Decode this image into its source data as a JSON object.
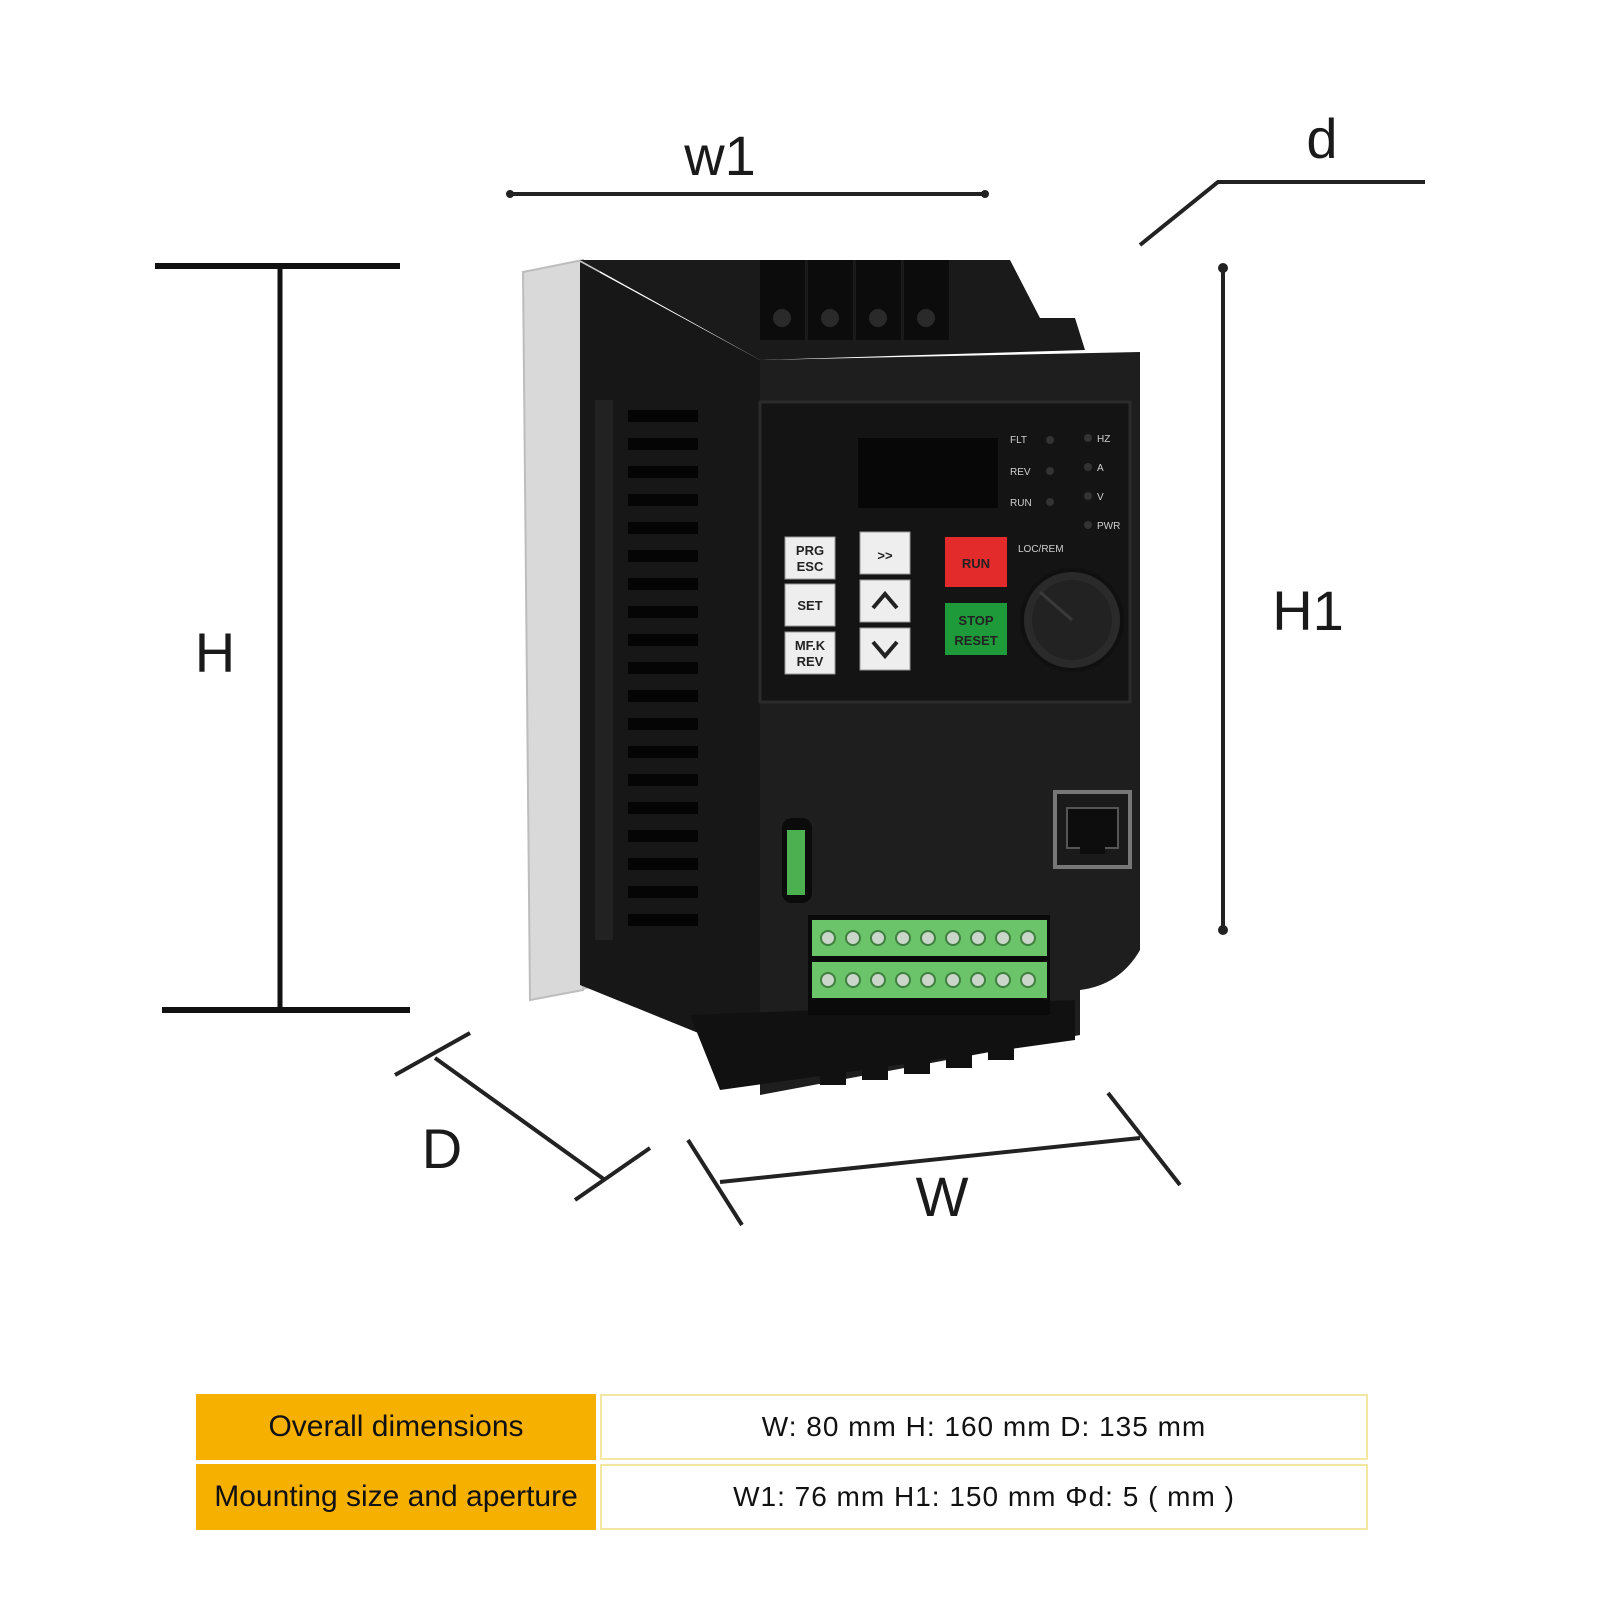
{
  "labels": {
    "w1": "w1",
    "d": "d",
    "H": "H",
    "H1": "H1",
    "D": "D",
    "W": "W"
  },
  "panel": {
    "led_left": [
      "FLT",
      "REV",
      "RUN"
    ],
    "led_right": [
      "HZ",
      "A",
      "V",
      "PWR"
    ],
    "loc_rem": "LOC/REM",
    "keys": {
      "prg_esc": [
        "PRG",
        "ESC"
      ],
      "set": [
        "SET"
      ],
      "mf_rev": [
        "MF.K",
        "REV"
      ],
      "shift": ">>",
      "run": "RUN",
      "stop": "STOP",
      "reset": "RESET"
    }
  },
  "table": {
    "rows": [
      {
        "label": "Overall dimensions",
        "value": "W: 80 mm   H: 160 mm   D: 135 mm"
      },
      {
        "label": "Mounting size and aperture",
        "value": "W1: 76 mm  H1: 150 mm  Φd: 5 ( mm )"
      }
    ]
  },
  "colors": {
    "header_fill": "#f6b100",
    "body_black": "#1c1c1c",
    "run_key": "#e32b2b",
    "stop_key": "#1f9a3a",
    "terminal_green": "#6cc46a",
    "side_metal": "#d9d9d9"
  }
}
